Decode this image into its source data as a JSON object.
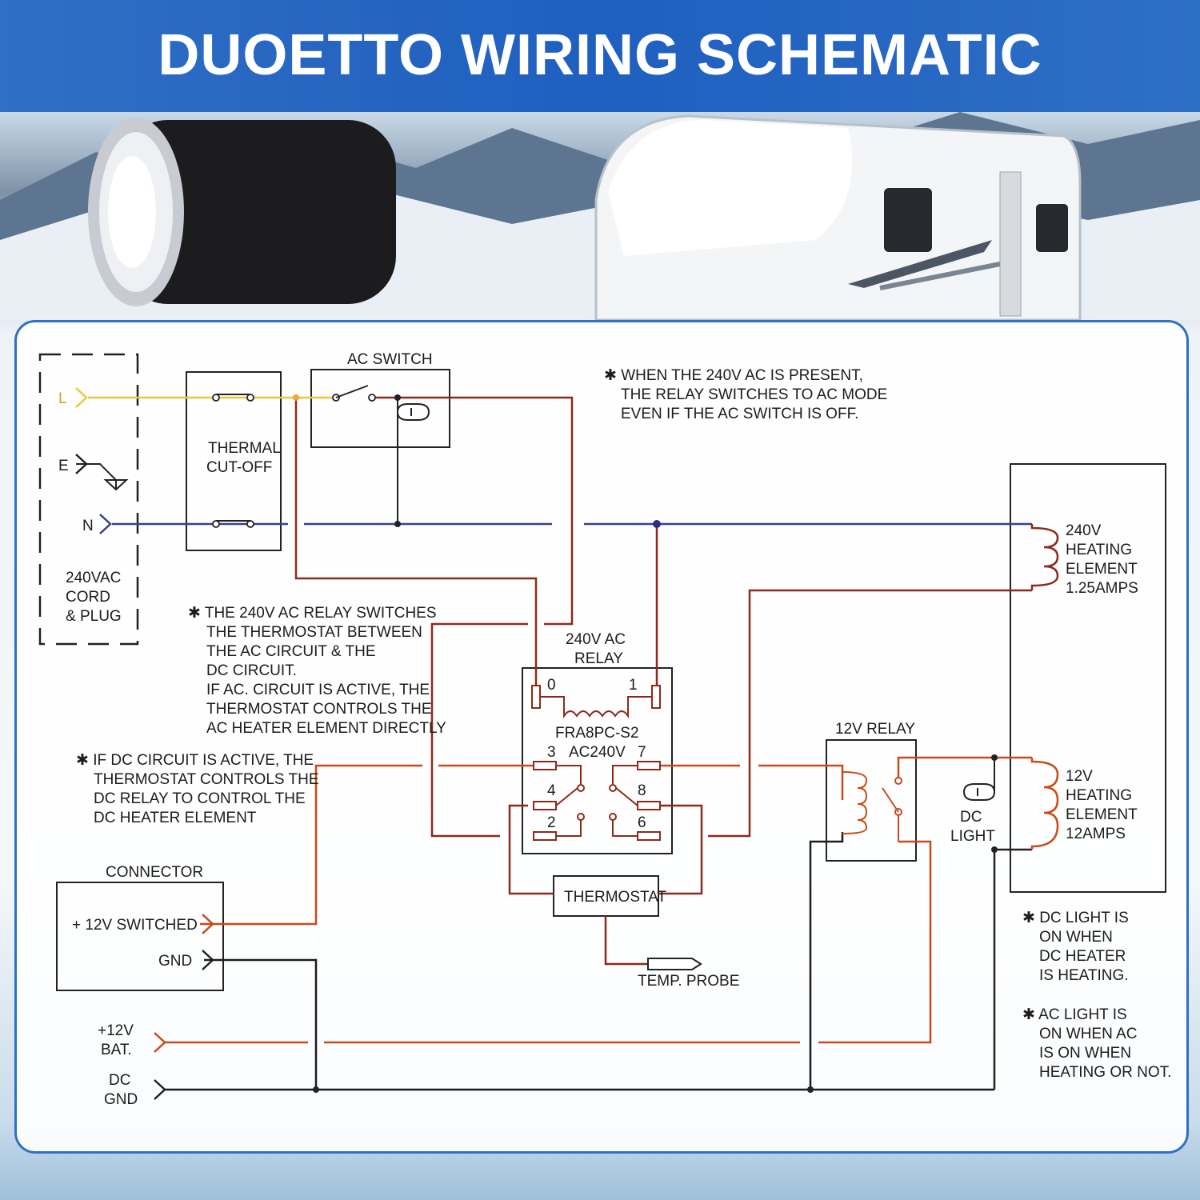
{
  "title": "DUOETTO WIRING SCHEMATIC",
  "colors": {
    "banner": "#2f6fc4",
    "live": "#e8c93a",
    "neutral": "#3b3f8f",
    "ac_wire": "#8b2a1a",
    "dc_wire": "#c94a1a",
    "ground": "#1c1c1c"
  },
  "icons": [
    "heater-product-image",
    "caravan-image",
    "relay-coil-icon",
    "ground-symbol-icon",
    "light-bulb-icon"
  ],
  "labels": {
    "L": "L",
    "E": "E",
    "N": "N",
    "cord": [
      "240VAC",
      "CORD",
      "& PLUG"
    ],
    "thermal": [
      "THERMAL",
      "CUT-OFF"
    ],
    "ac_switch": "AC SWITCH",
    "note_ac_present": [
      "✱ WHEN THE 240V AC IS PRESENT,",
      "THE RELAY SWITCHES TO AC MODE",
      "EVEN IF THE AC SWITCH IS OFF."
    ],
    "heat240": [
      "240V",
      "HEATING",
      "ELEMENT",
      "1.25AMPS"
    ],
    "note_relay": [
      "✱ THE 240V AC RELAY SWITCHES",
      "THE THERMOSTAT BETWEEN",
      "THE AC CIRCUIT & THE",
      "DC CIRCUIT.",
      "IF AC. CIRCUIT IS ACTIVE, THE",
      "THERMOSTAT CONTROLS THE",
      "AC HEATER ELEMENT DIRECTLY"
    ],
    "relay_title": [
      "240V AC",
      "RELAY"
    ],
    "relay_model": "FRA8PC-S2",
    "relay_rating": "AC240V",
    "pins": {
      "p0": "0",
      "p1": "1",
      "p3": "3",
      "p7": "7",
      "p4": "4",
      "p8": "8",
      "p2": "2",
      "p6": "6"
    },
    "note_dc": [
      "✱ IF DC CIRCUIT IS ACTIVE, THE",
      "THERMOSTAT CONTROLS THE",
      "DC RELAY TO CONTROL THE",
      "DC HEATER ELEMENT"
    ],
    "relay12": "12V RELAY",
    "dc_light": [
      "DC",
      "LIGHT"
    ],
    "heat12": [
      "12V",
      "HEATING",
      "ELEMENT",
      "12AMPS"
    ],
    "connector": "CONNECTOR",
    "switched": "+ 12V SWITCHED",
    "gnd": "GND",
    "thermostat": "THERMOSTAT",
    "probe": "TEMP. PROBE",
    "bat": [
      "+12V",
      "BAT."
    ],
    "dcgnd": [
      "DC",
      "GND"
    ],
    "note_dc_light": [
      "✱ DC LIGHT IS",
      "ON WHEN",
      "DC HEATER",
      "IS HEATING."
    ],
    "note_ac_light": [
      "✱ AC LIGHT IS",
      "ON WHEN AC",
      "IS ON WHEN",
      "HEATING OR NOT."
    ]
  }
}
